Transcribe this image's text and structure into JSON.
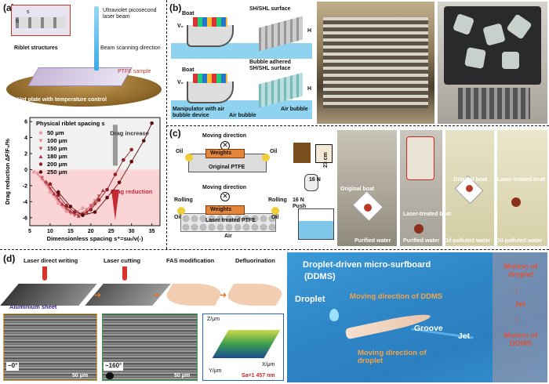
{
  "panels": {
    "a": "(a)",
    "b": "(b)",
    "c": "(c)",
    "d": "(d)"
  },
  "a": {
    "laser": "Ultraviolet picosecond laser beam",
    "riblets": "Riblet structures",
    "scan": "Beam scanning direction",
    "ptfe": "PTFE sample",
    "hotplate": "Hot plate with temperature control",
    "dim_s": "s",
    "dim_h": "h"
  },
  "b": {
    "boat1": "Boat",
    "surface1": "SH/SHL surface",
    "v1": "V₀",
    "h1": "H",
    "boat2": "Boat",
    "surface2": "Bubble adhered SH/SHL surface",
    "v2": "V₀",
    "h2": "H",
    "manip": "Manipulator with air bubble device",
    "airbubble1": "Air bubble",
    "airbubble2": "Air bubble"
  },
  "c": {
    "movdir1": "Moving direction",
    "oil_l": "Oil",
    "oil_r": "Oil",
    "weights1": "Weights",
    "orig": "Original PTFE",
    "movdir2": "Moving direction",
    "rolling_l": "Rolling",
    "rolling_r": "Rolling",
    "oil2_l": "Oil",
    "oil2_r": "Oil",
    "weights2": "Weights",
    "treated": "Laser treated PTFE",
    "air": "Air",
    "push": "16 N\nPush",
    "push_n": "16 N",
    "height": "23 cm",
    "photo_orig1": "Original boat",
    "photo_treat1": "Laser-treated boat",
    "photo_orig2": "Original boat",
    "photo_treat2": "Laser-treated boat",
    "cap1": "Purified water",
    "cap2": "Purified water",
    "cap3": "Oil-polluted water",
    "cap4": "Oil-polluted water"
  },
  "d": {
    "step1": "Laser direct writing",
    "step2": "Laser cutting",
    "step3": "FAS modification",
    "step4": "Defluorination",
    "sheet": "Aluminium sheet",
    "angle1": "~0°",
    "scale1": "50 μm",
    "angle2": "~160°",
    "scale2": "50 μm",
    "sa": "Sa=1 457 nm",
    "zaxis": "Z/μm",
    "yaxis": "Y/μm",
    "xaxis": "X/μm",
    "ddms_title": "Droplet-driven micro-surfboard",
    "ddms_abbr": "(DDMS)",
    "droplet": "Droplet",
    "moving_ddms": "Moving direction of DDMS",
    "groove": "Groove",
    "jet": "Jet",
    "moving_droplet": "Moving direction of droplet",
    "side1": "Motion of droplet",
    "side2": "Jet",
    "side3": "Motion of DDMS"
  },
  "chart_data": {
    "type": "scatter",
    "title": "Physical riblet spacing s",
    "xlabel": "Dimensionless spacing s⁺=suₜ/v(-)",
    "ylabel": "Drag reduction ΔF/F₀/%",
    "xlim": [
      5,
      37
    ],
    "ylim": [
      -7,
      6.5
    ],
    "xticks": [
      5,
      10,
      15,
      20,
      25,
      30,
      35
    ],
    "yticks": [
      -6,
      -4,
      -2,
      0,
      2,
      4,
      6
    ],
    "legend_position": "top-left",
    "annotations": [
      "Drag increase",
      "Drag reduction"
    ],
    "series": [
      {
        "name": "50 μm",
        "marker": "o",
        "color": "#e6a0a6",
        "x": [
          6,
          8,
          10,
          12,
          14,
          16,
          18
        ],
        "y": [
          -0.3,
          -1.2,
          -2.8,
          -4.2,
          -5.2,
          -5.4,
          -4.8
        ]
      },
      {
        "name": "100 μm",
        "marker": "v",
        "color": "#d98a90",
        "x": [
          7,
          9,
          11,
          13,
          15,
          17,
          19,
          21
        ],
        "y": [
          -0.5,
          -1.8,
          -3.2,
          -4.6,
          -5.5,
          -5.6,
          -5.0,
          -3.9
        ]
      },
      {
        "name": "150 μm",
        "marker": "v",
        "color": "#c95a62",
        "x": [
          8,
          10,
          12,
          14,
          16,
          18,
          20,
          22
        ],
        "y": [
          -1.0,
          -2.4,
          -3.8,
          -4.9,
          -5.7,
          -5.5,
          -4.5,
          -3.3
        ]
      },
      {
        "name": "180 μm",
        "marker": "^",
        "color": "#b1363f",
        "x": [
          9,
          11,
          13,
          15,
          17,
          19,
          21,
          23
        ],
        "y": [
          -1.5,
          -3.0,
          -4.3,
          -5.2,
          -5.8,
          -5.3,
          -4.2,
          -2.6
        ]
      },
      {
        "name": "200 μm",
        "marker": "o",
        "color": "#8f1f28",
        "x": [
          10,
          12,
          14,
          16,
          18,
          20,
          22,
          24,
          26,
          28,
          30
        ],
        "y": [
          -1.8,
          -3.2,
          -4.5,
          -5.3,
          -5.6,
          -5.0,
          -3.8,
          -2.5,
          -0.6,
          1.2,
          2.5
        ]
      },
      {
        "name": "250 μm",
        "marker": "o",
        "color": "#5e0a12",
        "x": [
          12,
          15,
          18,
          21,
          24,
          27,
          30,
          33,
          35
        ],
        "y": [
          -2.8,
          -4.6,
          -5.7,
          -5.3,
          -3.5,
          -1.6,
          1.0,
          3.6,
          5.8
        ]
      }
    ]
  }
}
